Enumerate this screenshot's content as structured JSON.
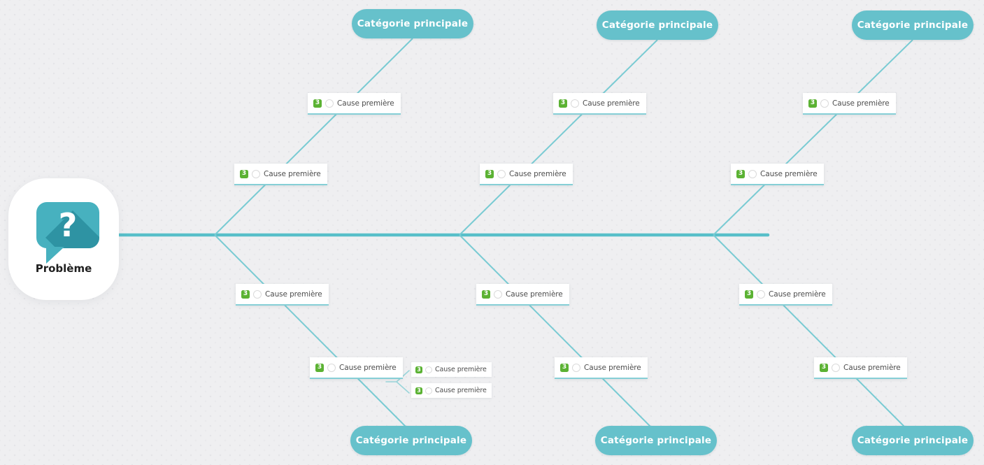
{
  "problem": {
    "label": "Problème"
  },
  "icons": {
    "question_mark": "?"
  },
  "badge": {
    "value": "3"
  },
  "colors": {
    "spine_teal": "#58bfc9",
    "branch_teal": "#79cbd3",
    "node_teal": "#66c1cb",
    "badge_green": "#5bb233",
    "icon_teal": "#47b1bf",
    "icon_shadow_teal": "#2e93a3",
    "background": "#efeff1"
  },
  "top_branches": [
    {
      "category": "Catégorie principale",
      "causes": [
        "Cause première",
        "Cause première"
      ]
    },
    {
      "category": "Catégorie principale",
      "causes": [
        "Cause première",
        "Cause première"
      ]
    },
    {
      "category": "Catégorie principale",
      "causes": [
        "Cause première",
        "Cause première"
      ]
    }
  ],
  "bottom_branches": [
    {
      "category": "Catégorie principale",
      "causes": [
        "Cause première",
        "Cause première"
      ],
      "subcauses": [
        "Cause première",
        "Cause première"
      ]
    },
    {
      "category": "Catégorie principale",
      "causes": [
        "Cause première",
        "Cause première"
      ]
    },
    {
      "category": "Catégorie principale",
      "causes": [
        "Cause première",
        "Cause première"
      ]
    }
  ]
}
